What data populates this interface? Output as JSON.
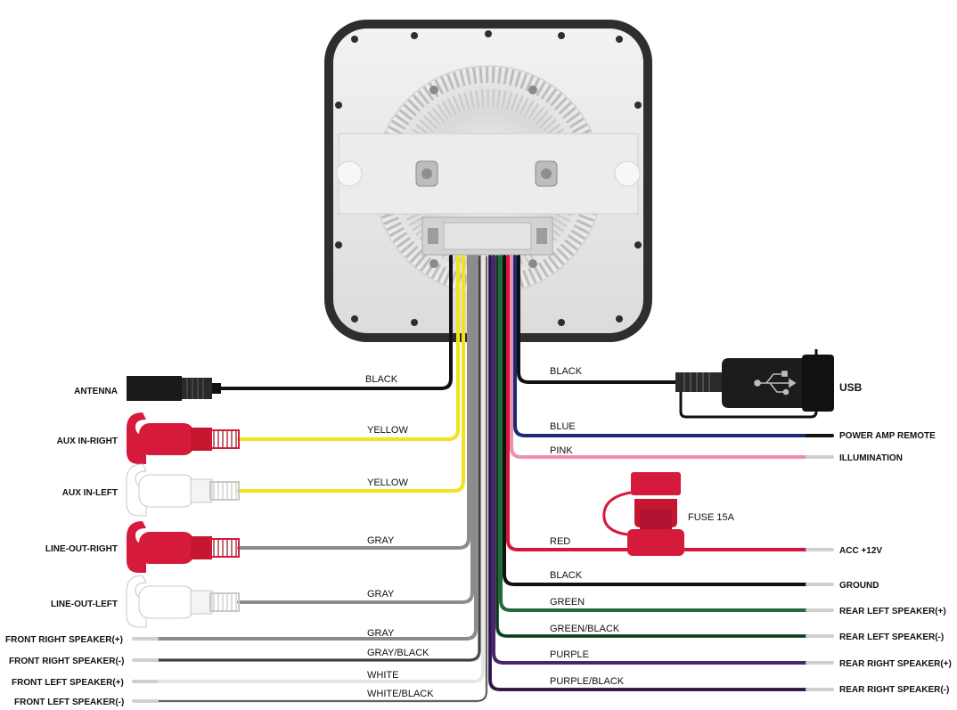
{
  "colors": {
    "black": "#111111",
    "yellow": "#f3e21f",
    "gray": "#8c8c8c",
    "gray_light": "#bdbdbd",
    "white_wire": "#e6e6e6",
    "blue": "#1b2a78",
    "pink": "#ee8fb0",
    "red": "#d5173e",
    "green": "#1f6b3a",
    "purple": "#4a2470",
    "rca_red": "#d61a3c"
  },
  "left_labels": {
    "antenna": "ANTENNA",
    "aux_right": "AUX IN-RIGHT",
    "aux_left": "AUX IN-LEFT",
    "line_right": "LINE-OUT-RIGHT",
    "line_left": "LINE-OUT-LEFT",
    "front_right_pos": "FRONT RIGHT SPEAKER(+)",
    "front_right_neg": "FRONT RIGHT SPEAKER(-)",
    "front_left_pos": "FRONT LEFT SPEAKER(+)",
    "front_left_neg": "FRONT LEFT SPEAKER(-)"
  },
  "left_wires": {
    "antenna": "BLACK",
    "aux_right": "YELLOW",
    "aux_left": "YELLOW",
    "line_right": "GRAY",
    "line_left": "GRAY",
    "front_right_pos": "GRAY",
    "front_right_neg": "GRAY/BLACK",
    "front_left_pos": "WHITE",
    "front_left_neg": "WHITE/BLACK"
  },
  "right_labels": {
    "usb": "USB",
    "amp_remote": "POWER AMP REMOTE",
    "illumination": "ILLUMINATION",
    "acc": "ACC +12V",
    "ground": "GROUND",
    "rear_left_pos": "REAR LEFT SPEAKER(+)",
    "rear_left_neg": "REAR LEFT SPEAKER(-)",
    "rear_right_pos": "REAR RIGHT SPEAKER(+)",
    "rear_right_neg": "REAR RIGHT SPEAKER(-)"
  },
  "right_wires": {
    "usb": "BLACK",
    "amp_remote": "BLUE",
    "illumination": "PINK",
    "acc": "RED",
    "ground": "BLACK",
    "rear_left_pos": "GREEN",
    "rear_left_neg": "GREEN/BLACK",
    "rear_right_pos": "PURPLE",
    "rear_right_neg": "PURPLE/BLACK"
  },
  "fuse": {
    "label": "FUSE 15A"
  }
}
